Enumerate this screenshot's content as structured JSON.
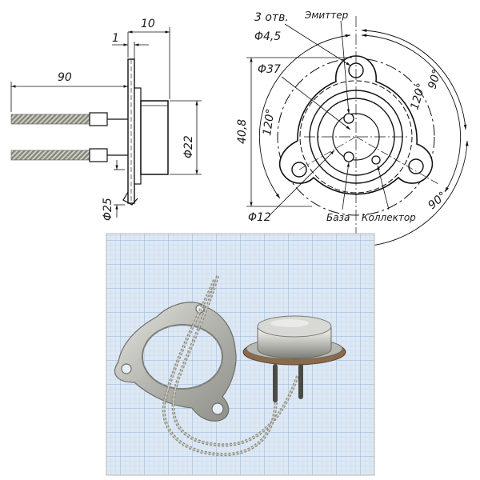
{
  "side_view": {
    "dim_overall_width": "10",
    "dim_flange": "1",
    "dim_lead_length": "90",
    "dim_body_diameter": "Φ22",
    "dim_flange_diameter": "Φ25"
  },
  "top_view": {
    "holes_note": "3 отв.",
    "hole_diameter": "Φ4,5",
    "emitter_label": "Эмиттер",
    "base_label": "База",
    "collector_label": "Коллектор",
    "dim_circle_diameter": "Φ37",
    "dim_height": "40,8",
    "dim_small_diameter": "Φ12",
    "angle_a": "120°",
    "angle_b": "120°",
    "angle_c": "90°",
    "angle_d": "90°"
  },
  "photo": {
    "background_color": "#dde8f4",
    "grid_color": "#a9c1dc"
  }
}
